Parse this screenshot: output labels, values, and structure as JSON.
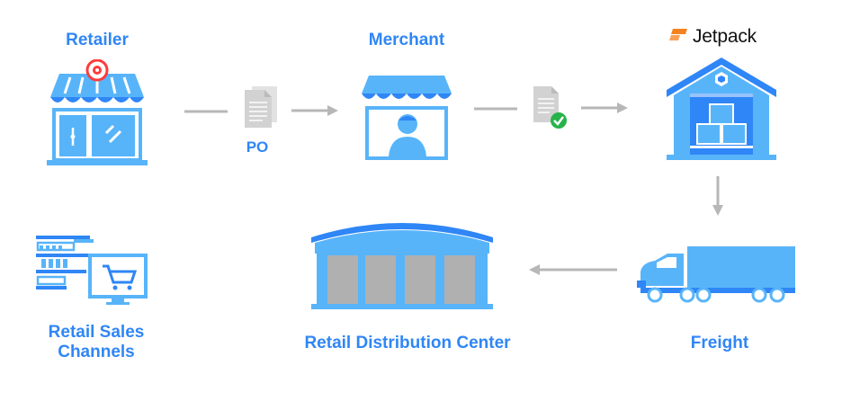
{
  "brand": {
    "name": "Jetpack",
    "colors": {
      "orange": "#f58220",
      "blue": "#2f86f6",
      "light_blue": "#58b4f9"
    }
  },
  "nodes": {
    "retailer": "Retailer",
    "merchant": "Merchant",
    "freight": "Freight",
    "distribution_center": "Retail Distribution Center",
    "sales_channels_line1": "Retail Sales",
    "sales_channels_line2": "Channels"
  },
  "documents": {
    "po_label": "PO"
  },
  "icons": [
    "store-icon",
    "document-icon",
    "merchant-icon",
    "document-check-icon",
    "warehouse-icon",
    "truck-icon",
    "distribution-center-icon",
    "sales-channels-icon"
  ]
}
